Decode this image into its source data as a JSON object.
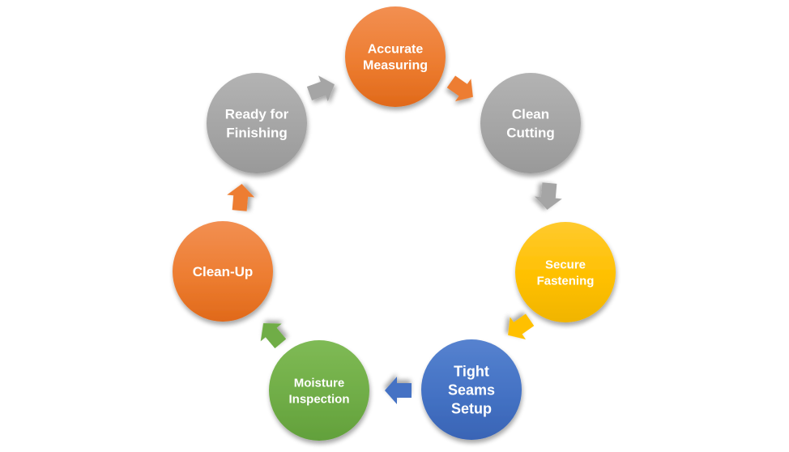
{
  "diagram": {
    "type": "cycle",
    "nodes": [
      {
        "id": "accurate-measuring",
        "lines": [
          "Accurate",
          "Measuring"
        ],
        "color": "#ED7D31",
        "color_light": "#F28F52",
        "color_dark": "#E0691A"
      },
      {
        "id": "clean-cutting",
        "lines": [
          "Clean",
          "Cutting"
        ],
        "color": "#A5A5A5",
        "color_light": "#B3B3B3",
        "color_dark": "#999999"
      },
      {
        "id": "secure-fastening",
        "lines": [
          "Secure",
          "Fastening"
        ],
        "color": "#FFC000",
        "color_light": "#FFCA2E",
        "color_dark": "#F0B400"
      },
      {
        "id": "tight-seams-setup",
        "lines": [
          "Tight",
          "Seams",
          "Setup"
        ],
        "color": "#4472C4",
        "color_light": "#5682CF",
        "color_dark": "#3964B5"
      },
      {
        "id": "moisture-inspection",
        "lines": [
          "Moisture",
          "Inspection"
        ],
        "color": "#70AD47",
        "color_light": "#7FBA55",
        "color_dark": "#62A03B"
      },
      {
        "id": "clean-up",
        "lines": [
          "Clean-Up"
        ],
        "color": "#ED7D31",
        "color_light": "#F28F52",
        "color_dark": "#E0691A"
      },
      {
        "id": "ready-for-finishing",
        "lines": [
          "Ready for",
          "Finishing"
        ],
        "color": "#A5A5A5",
        "color_light": "#B3B3B3",
        "color_dark": "#999999"
      }
    ],
    "arrows": [
      {
        "from": "accurate-measuring",
        "to": "clean-cutting",
        "color": "#ED7D31"
      },
      {
        "from": "clean-cutting",
        "to": "secure-fastening",
        "color": "#A5A5A5"
      },
      {
        "from": "secure-fastening",
        "to": "tight-seams-setup",
        "color": "#FFC000"
      },
      {
        "from": "tight-seams-setup",
        "to": "moisture-inspection",
        "color": "#4472C4"
      },
      {
        "from": "moisture-inspection",
        "to": "clean-up",
        "color": "#70AD47"
      },
      {
        "from": "clean-up",
        "to": "ready-for-finishing",
        "color": "#ED7D31"
      },
      {
        "from": "ready-for-finishing",
        "to": "accurate-measuring",
        "color": "#A5A5A5"
      }
    ]
  }
}
